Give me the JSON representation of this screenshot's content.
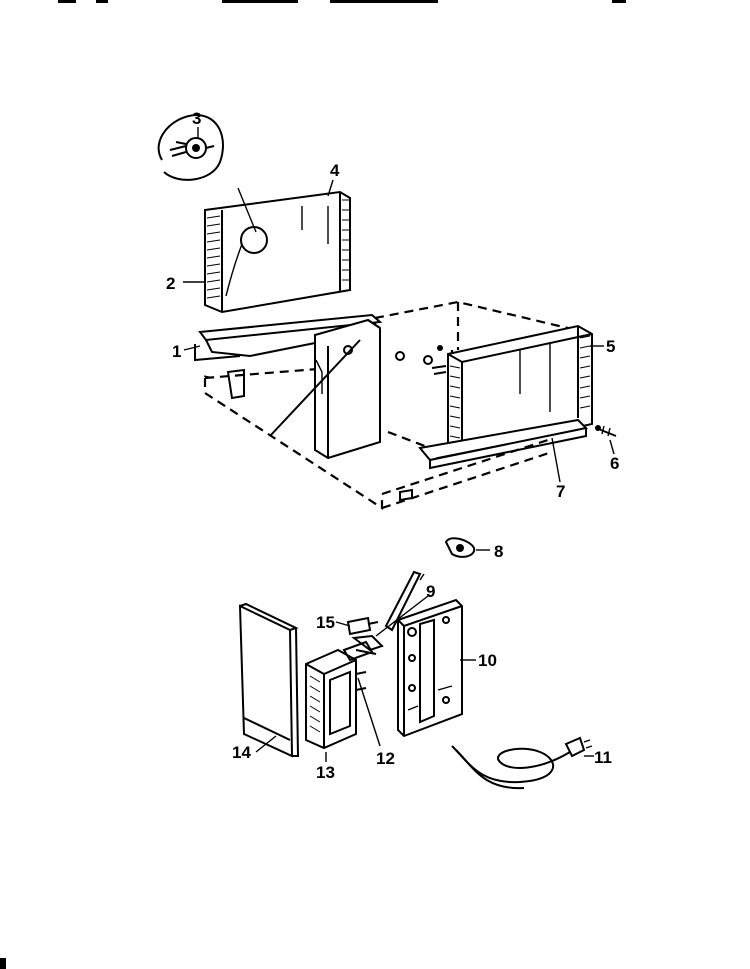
{
  "callouts": {
    "c1": "1",
    "c2": "2",
    "c3": "3",
    "c4": "4",
    "c5": "5",
    "c6": "6",
    "c7": "7",
    "c8": "8",
    "c9": "9",
    "c10": "10",
    "c11": "11",
    "c12": "12",
    "c13": "13",
    "c14": "14",
    "c15": "15"
  },
  "colors": {
    "ink": "#000000",
    "paper": "#ffffff"
  }
}
